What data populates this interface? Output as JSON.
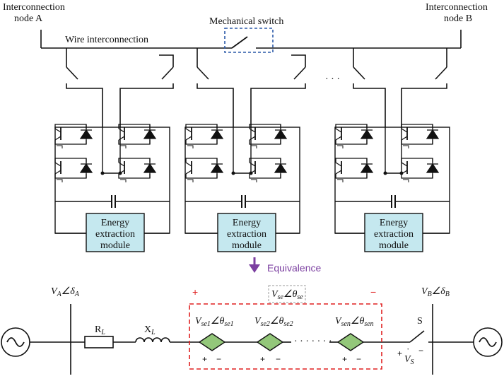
{
  "top": {
    "node_a": [
      "Interconnection",
      "node A"
    ],
    "node_b": [
      "Interconnection",
      "node B"
    ],
    "wire_label": "Wire interconnection",
    "switch_label": "Mechanical switch",
    "dots": "· · ·"
  },
  "modules": [
    {
      "label": [
        "Energy",
        "extraction",
        "module"
      ]
    },
    {
      "label": [
        "Energy",
        "extraction",
        "module"
      ]
    },
    {
      "label": [
        "Energy",
        "extraction",
        "module"
      ]
    }
  ],
  "equivalence": "Equivalence",
  "bottom": {
    "va": {
      "main": "V",
      "sub": "A",
      "angle": "∠δ",
      "asub": "A"
    },
    "vb": {
      "main": "V",
      "sub": "B",
      "angle": "∠δ",
      "asub": "B"
    },
    "vse": {
      "main": "V",
      "sub": "se",
      "angle": "∠θ",
      "asub": "se"
    },
    "rl": {
      "main": "R",
      "sub": "L"
    },
    "xl": {
      "main": "X",
      "sub": "L"
    },
    "sources": [
      {
        "main": "V",
        "sub": "se1",
        "angle": "∠θ",
        "asub": "se1"
      },
      {
        "main": "V",
        "sub": "se2",
        "angle": "∠θ",
        "asub": "se2"
      },
      {
        "main": "V",
        "sub": "sen",
        "angle": "∠θ",
        "asub": "sen"
      }
    ],
    "plus": "+",
    "minus": "−",
    "switch_s": "S",
    "vs": {
      "main": "V",
      "sub": "S",
      "dot": "˙"
    },
    "dotted": "· · · · · · ·"
  },
  "colors": {
    "line": "#111111",
    "module_fill": "#c5e8ef",
    "diamond_fill": "#93c77a",
    "red": "#e02020",
    "blue": "#2b5aa8",
    "purple": "#7b3fa0",
    "grey_box": "#999999"
  }
}
